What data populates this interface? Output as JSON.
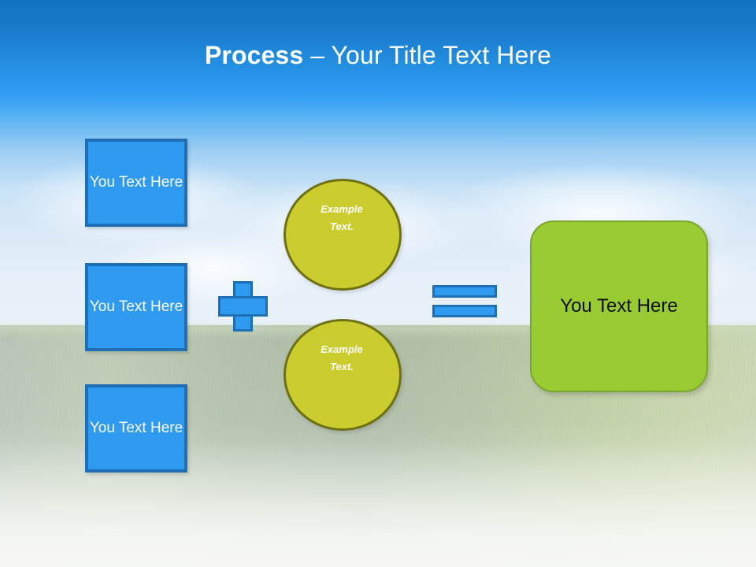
{
  "slide": {
    "title": {
      "strong": "Process",
      "rest": " – Your Title Text Here"
    }
  },
  "inputs": {
    "boxes": [
      {
        "label": "You Text Here"
      },
      {
        "label": "You Text Here"
      },
      {
        "label": "You Text Here"
      }
    ]
  },
  "operators": {
    "plus": "plus-sign",
    "equals": "equals-sign"
  },
  "circles": [
    {
      "line1": "Example",
      "line2": "Text."
    },
    {
      "line1": "Example",
      "line2": "Text."
    }
  ],
  "result": {
    "label": "You Text Here"
  },
  "colors": {
    "sky_top": "#1272c2",
    "sky_bright": "#2f9bf2",
    "box_blue_fill": "#2e9bf0",
    "box_blue_border": "#1f6fb5",
    "circle_fill": "#cbcc2e",
    "circle_border": "#6e7012",
    "result_fill": "#99cc33",
    "result_border": "#7aa62b",
    "title_text": "#ffffff",
    "result_text": "#0d0d0d"
  }
}
